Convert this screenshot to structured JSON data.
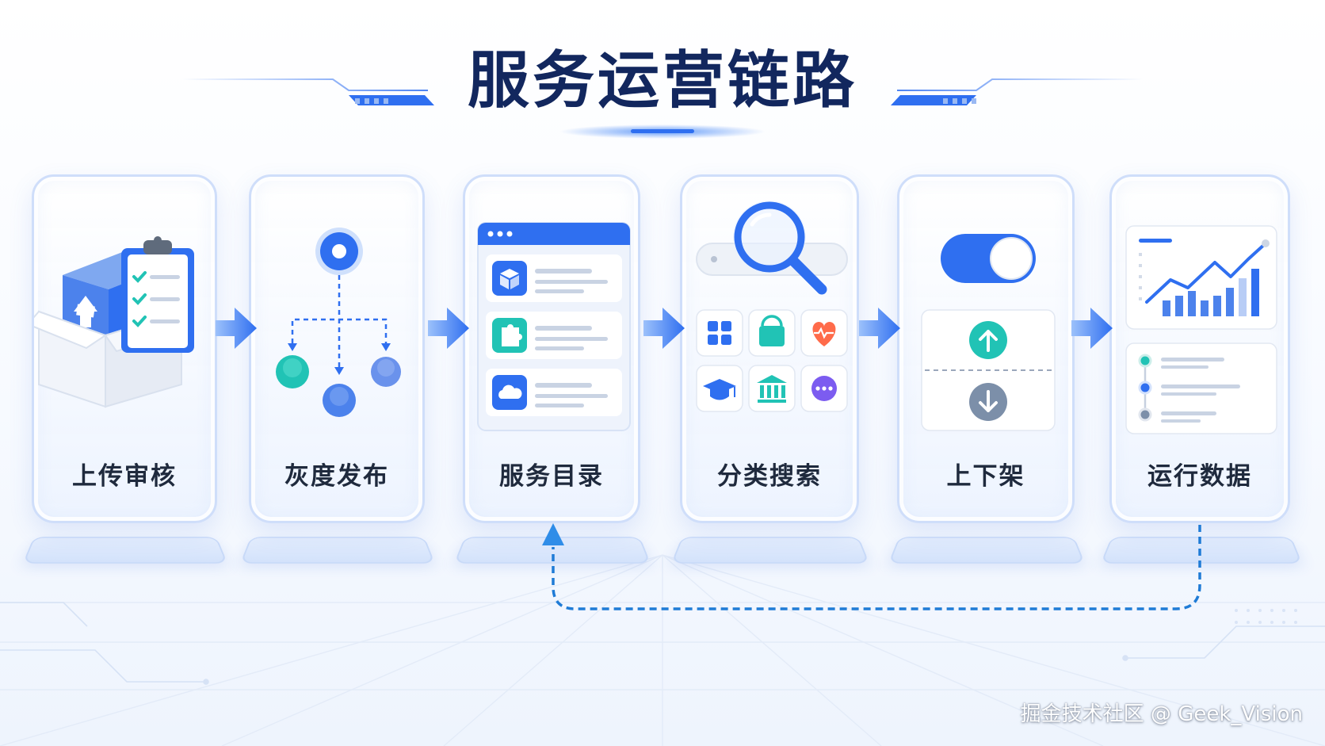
{
  "title": "服务运营链路",
  "steps": [
    {
      "label": "上传审核"
    },
    {
      "label": "灰度发布"
    },
    {
      "label": "服务目录"
    },
    {
      "label": "分类搜索"
    },
    {
      "label": "上下架"
    },
    {
      "label": "运行数据"
    }
  ],
  "icons": [
    "upload-box-icon",
    "clipboard-checklist-icon",
    "branch-flow-icon",
    "browser-window-icon",
    "cube-icon",
    "puzzle-icon",
    "cloud-icon",
    "magnifier-icon",
    "grid-icon",
    "shopping-bag-icon",
    "heart-pulse-icon",
    "graduation-cap-icon",
    "bank-icon",
    "more-icon",
    "toggle-switch-icon",
    "arrow-up-icon",
    "arrow-down-icon",
    "line-chart-icon",
    "timeline-icon"
  ],
  "colors": {
    "primary": "#2f6ff0",
    "dark_blue": "#12275e",
    "teal": "#21c3b5",
    "arrow_blue": "#3d82f6",
    "heart_orange": "#ff6b4a",
    "purple": "#7c5cf0"
  },
  "feedback_loop": {
    "from_step": 6,
    "to_step": 3,
    "style": "dashed"
  },
  "watermark": "掘金技术社区 @ Geek_Vision"
}
